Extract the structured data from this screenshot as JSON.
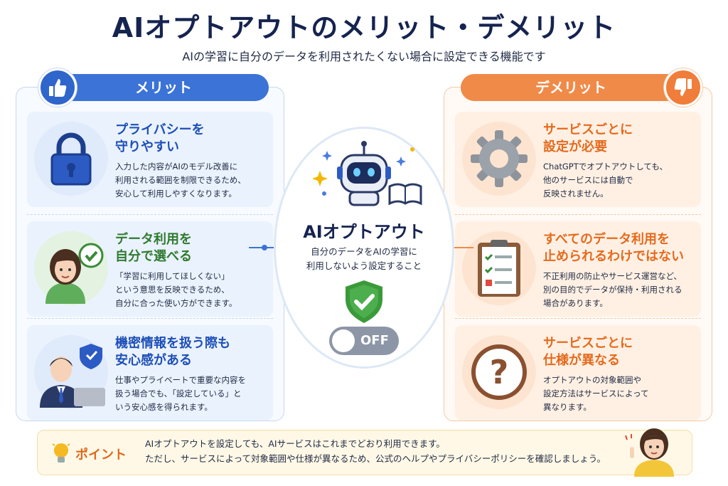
{
  "title": "AIオプトアウトのメリット・デメリット",
  "subtitle": "AIの学習に自分のデータを利用されたくない場合に設定できる機能です",
  "merits": {
    "header": "メリット",
    "items": [
      {
        "title": "プライバシーを\n守りやすい",
        "desc": "入力した内容がAIのモデル改善に\n利用される範囲を制限できるため、\n安心して利用しやすくなります。",
        "icon": "lock-icon"
      },
      {
        "title": "データ利用を\n自分で選べる",
        "desc": "「学習に利用してほしくない」\nという意思を反映できるため、\n自分に合った使い方ができます。",
        "icon": "woman-check-icon"
      },
      {
        "title": "機密情報を扱う際も\n安心感がある",
        "desc": "仕事やプライベートで重要な内容を\n扱う場合でも、「設定している」と\nいう安心感を得られます。",
        "icon": "businessman-shield-icon"
      }
    ]
  },
  "demerits": {
    "header": "デメリット",
    "items": [
      {
        "title": "サービスごとに\n設定が必要",
        "desc": "ChatGPTでオプトアウトしても、\n他のサービスには自動で\n反映されません。",
        "icon": "gear-icon"
      },
      {
        "title": "すべてのデータ利用を\n止められるわけではない",
        "desc": "不正利用の防止やサービス運営など、\n別の目的でデータが保持・利用される\n場合があります。",
        "icon": "checklist-icon"
      },
      {
        "title": "サービスごとに\n仕様が異なる",
        "desc": "オプトアウトの対象範囲や\n設定方法はサービスによって\n異なります。",
        "icon": "question-icon"
      }
    ]
  },
  "center": {
    "title": "AIオプトアウト",
    "desc": "自分のデータをAIの学習に\n利用しないよう設定すること",
    "toggle_label": "OFF"
  },
  "point": {
    "label": "ポイント",
    "text": "AIオプトアウトを設定しても、AIサービスはこれまでどおり利用できます。\nただし、サービスによって対象範囲や仕様が異なるため、公式のヘルプやプライバシーポリシーを確認しましょう。"
  },
  "colors": {
    "merit_accent": "#3b73d6",
    "demerit_accent": "#f08a49",
    "title": "#15234f"
  }
}
